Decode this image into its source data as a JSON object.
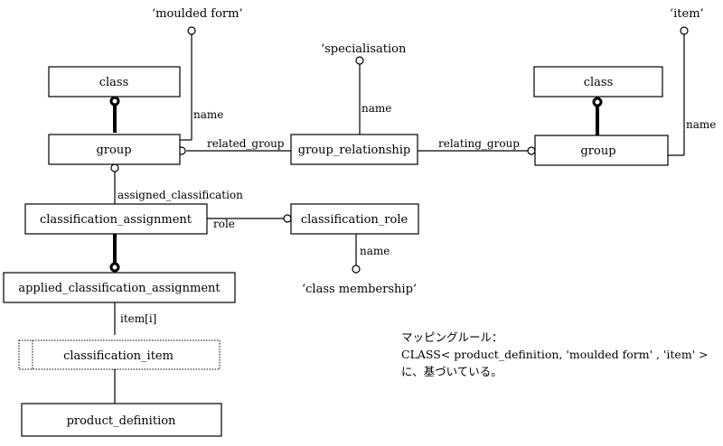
{
  "boxes": {
    "class_left": "class",
    "group_left": "group",
    "group_relationship": "group_relationship",
    "class_right": "class",
    "group_right": "group",
    "classification_assignment": "classification_assignment",
    "classification_role": "classification_role",
    "applied_classification_assignment": "applied_classification_assignment",
    "classification_item": "classification_item",
    "product_definition": "product_definition"
  },
  "labels": {
    "name_left": "name",
    "name_middle": "name",
    "name_right": "name",
    "name_role": "name",
    "related_group": "related_group",
    "relating_group": "relating_group",
    "assigned_classification": "assigned_classification",
    "role": "role",
    "item_i": "item[i]"
  },
  "values": {
    "moulded_form": "‘moulded form’",
    "specialisation": "‘specialisation",
    "item": "‘item’",
    "class_membership": "‘class membership’"
  },
  "note": {
    "line1": "マッピングルール：",
    "line2": "CLASS< product_definition, 'moulded form' , 'item' >",
    "line3": "に、基づいている。"
  }
}
